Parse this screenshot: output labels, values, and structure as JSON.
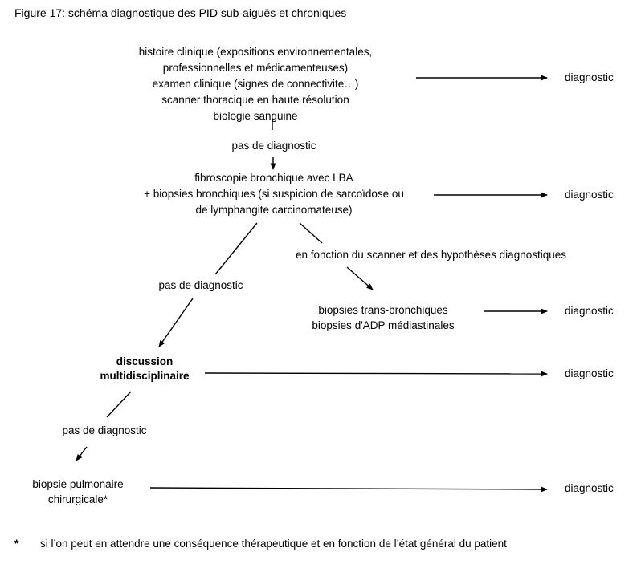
{
  "title": "Figure 17: schéma diagnostique des PID sub-aiguës et chroniques",
  "flow": {
    "initial_workup": [
      "histoire clinique (expositions environnementales,",
      "professionnelles et médicamenteuses)",
      "examen clinique (signes de connectivite…)",
      "scanner thoracique en haute résolution",
      "biologie sanguine"
    ],
    "no_diagnosis_1": "pas de diagnostic",
    "bronchoscopy": [
      "fibroscopie bronchique avec LBA",
      "+ biopsies bronchiques (si suspicion de sarcoïdose ou",
      "de lymphangite carcinomateuse)"
    ],
    "scanner_condition": "en fonction du scanner et des hypothèses diagnostiques",
    "transbronchial_biopsies": [
      "biopsies trans-bronchiques",
      "biopsies d'ADP médiastinales"
    ],
    "no_diagnosis_2": "pas de diagnostic",
    "multidisciplinary_discussion": [
      "discussion",
      "multidisciplinaire"
    ],
    "no_diagnosis_3": "pas de diagnostic",
    "surgical_biopsy": [
      "biopsie pulmonaire",
      "chirurgicale*"
    ],
    "diagnostic_1": "diagnostic",
    "diagnostic_2": "diagnostic",
    "diagnostic_3": "diagnostic",
    "diagnostic_4": "diagnostic",
    "diagnostic_5": "diagnostic"
  },
  "footnote": {
    "marker": "*",
    "text": "si l’on peut en attendre une conséquence thérapeutique et en fonction de l’état général du patient"
  },
  "colors": {
    "background": "#ffffff",
    "ink": "#000000"
  }
}
